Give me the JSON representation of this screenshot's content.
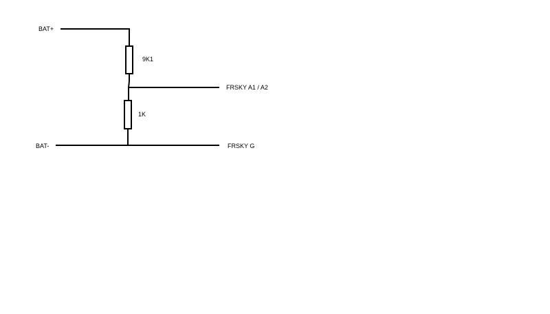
{
  "labels": {
    "bat_plus": "BAT+",
    "bat_minus": "BAT-",
    "r1": "9K1",
    "r2": "1K",
    "frsky_a": "FRSKY A1 / A2",
    "frsky_g": "FRSKY G"
  },
  "colors": {
    "line": "#000000",
    "background": "#ffffff"
  }
}
